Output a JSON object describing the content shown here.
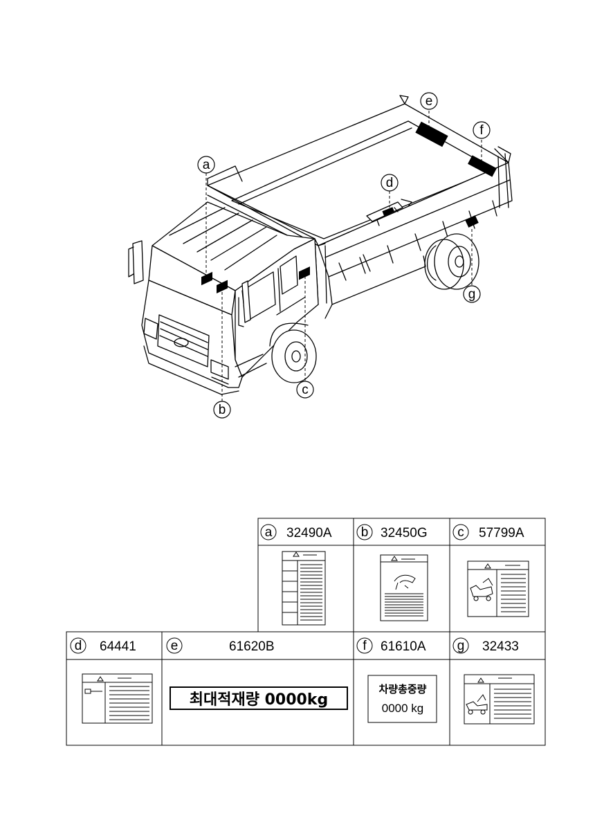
{
  "callouts": {
    "a": "a",
    "b": "b",
    "c": "c",
    "d": "d",
    "e": "e",
    "f": "f",
    "g": "g"
  },
  "parts": [
    {
      "letter": "a",
      "number": "32490A"
    },
    {
      "letter": "b",
      "number": "32450G"
    },
    {
      "letter": "c",
      "number": "57799A"
    },
    {
      "letter": "d",
      "number": "64441"
    },
    {
      "letter": "e",
      "number": "61620B"
    },
    {
      "letter": "f",
      "number": "61610A"
    },
    {
      "letter": "g",
      "number": "32433"
    }
  ],
  "labels": {
    "e_text": "최대적재량 0000kg",
    "f_line1": "차량총중량",
    "f_line2": "0000 kg"
  }
}
